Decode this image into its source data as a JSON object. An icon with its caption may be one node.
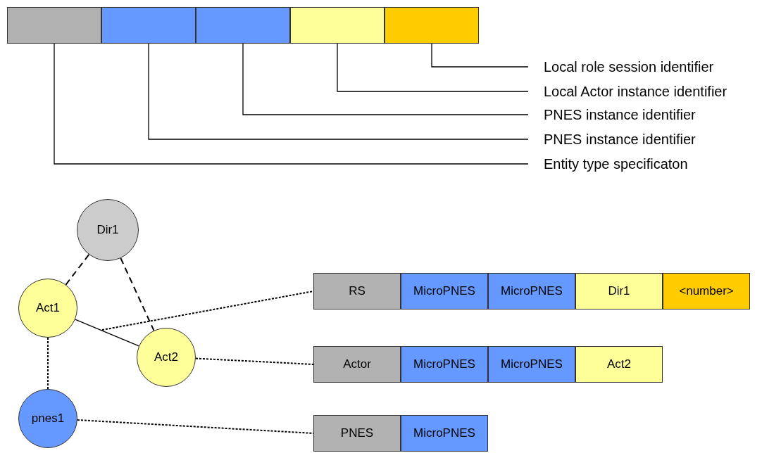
{
  "diagram": {
    "nodes": [
      {
        "text": [],
        "shape": "box"
      },
      {
        "text": [],
        "shape": "box"
      },
      {
        "text": [],
        "shape": "box"
      },
      {
        "text": [],
        "shape": "box"
      },
      {
        "text": [],
        "shape": "box"
      },
      {
        "text": [
          "Local role session identifier"
        ]
      },
      {
        "text": [
          "Local Actor instance identifier"
        ]
      },
      {
        "text": [
          "PNES instance identifier"
        ]
      },
      {
        "text": [
          "PNES instance identifier"
        ]
      },
      {
        "text": [
          "Entity type specificaton"
        ]
      },
      {
        "text": [
          "Dir1"
        ]
      },
      {
        "text": [
          "Act1"
        ]
      },
      {
        "text": [
          "Act2"
        ]
      },
      {
        "text": [
          "pnes1"
        ]
      },
      {
        "text": [
          "RS"
        ]
      },
      {
        "text": [
          "MicroPNES"
        ]
      },
      {
        "text": [
          "MicroPNES"
        ]
      },
      {
        "text": [
          "Dir1"
        ]
      },
      {
        "text": [
          "<number>"
        ]
      },
      {
        "text": [
          "Actor"
        ]
      },
      {
        "text": [
          "MicroPNES"
        ]
      },
      {
        "text": [
          "MicroPNES"
        ]
      },
      {
        "text": [
          "Act2"
        ]
      },
      {
        "text": [
          "PNES"
        ]
      },
      {
        "text": [
          "MicroPNES"
        ]
      }
    ],
    "edges": [
      {
        "from": 5,
        "to": 4,
        "arrow": "none"
      },
      {
        "from": 6,
        "to": 3,
        "arrow": "none"
      },
      {
        "from": 7,
        "to": 2,
        "arrow": "none"
      },
      {
        "from": 8,
        "to": 1,
        "arrow": "none"
      },
      {
        "from": 9,
        "to": 0,
        "arrow": "none"
      },
      {
        "from": 10,
        "to": 11,
        "arrow": "none",
        "style": "dashed"
      },
      {
        "from": 10,
        "to": 12,
        "arrow": "none",
        "style": "dashed"
      },
      {
        "from": 11,
        "to": 12,
        "arrow": "none"
      },
      {
        "from": null,
        "to": 14,
        "arrow": "none",
        "style": "dashed"
      },
      {
        "from": 12,
        "to": 19,
        "arrow": "none",
        "style": "dashed"
      },
      {
        "from": 11,
        "to": 13,
        "arrow": "none",
        "style": "dashed"
      },
      {
        "from": 13,
        "to": 23,
        "arrow": "none",
        "style": "dashed"
      }
    ]
  }
}
